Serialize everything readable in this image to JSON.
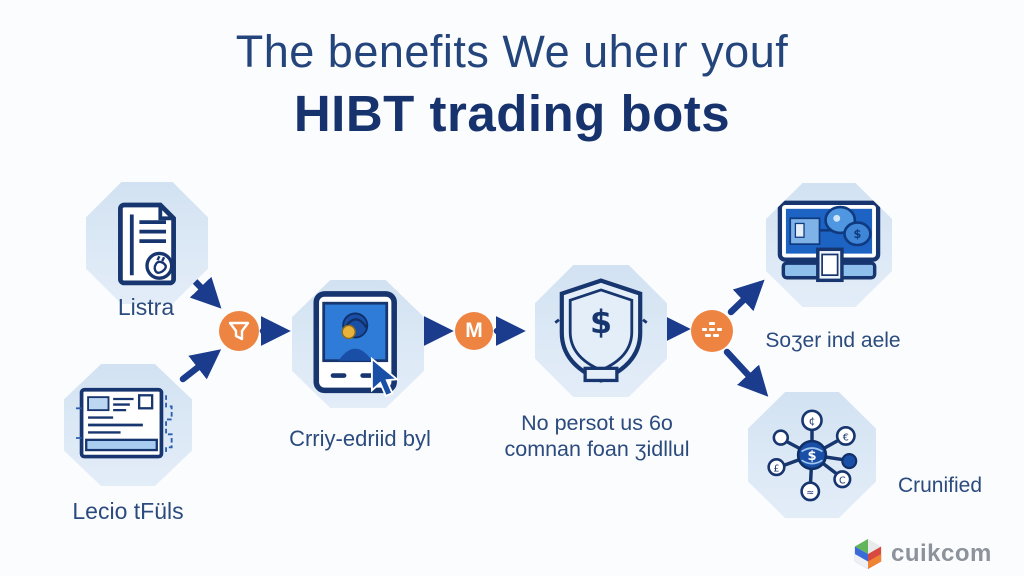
{
  "title": {
    "line1": "The benefits We uheır youf",
    "line2": "HIBT trading bots"
  },
  "flow": {
    "nodes": {
      "document": {
        "label": "Listra",
        "icon": "document-coin-icon"
      },
      "window": {
        "label": "Lecio tFüls",
        "icon": "browser-window-icon"
      },
      "tablet": {
        "label": "Crriy-edriid byl",
        "icon": "tablet-user-cursor-icon"
      },
      "shield": {
        "label_line1": "No persot us 6o",
        "label_line2": "comnan foan ʒidllul",
        "icon": "shield-dollar-icon"
      },
      "monitor": {
        "label": "Soʒer ind aele",
        "icon": "monitor-coins-icon"
      },
      "network": {
        "label": "Crunified",
        "icon": "currency-network-icon"
      }
    },
    "connectors": {
      "funnel": {
        "icon": "funnel-icon"
      },
      "m": {
        "letter": "M"
      },
      "group": {
        "icon": "group-icon"
      }
    }
  },
  "logo": {
    "text": "cuikcom",
    "icon": "cube-logo-icon"
  },
  "colors": {
    "background": "#fbfcfe",
    "title_text": "#1d3b76",
    "octagon_fill": "#d9e7f5",
    "icon_stroke": "#17356e",
    "screen_blue": "#2f7cd8",
    "accent_orange": "#ee8442",
    "arrow_navy": "#1b3c8c",
    "label_text": "#2b4b7e",
    "logo_gray": "#8d939c"
  }
}
